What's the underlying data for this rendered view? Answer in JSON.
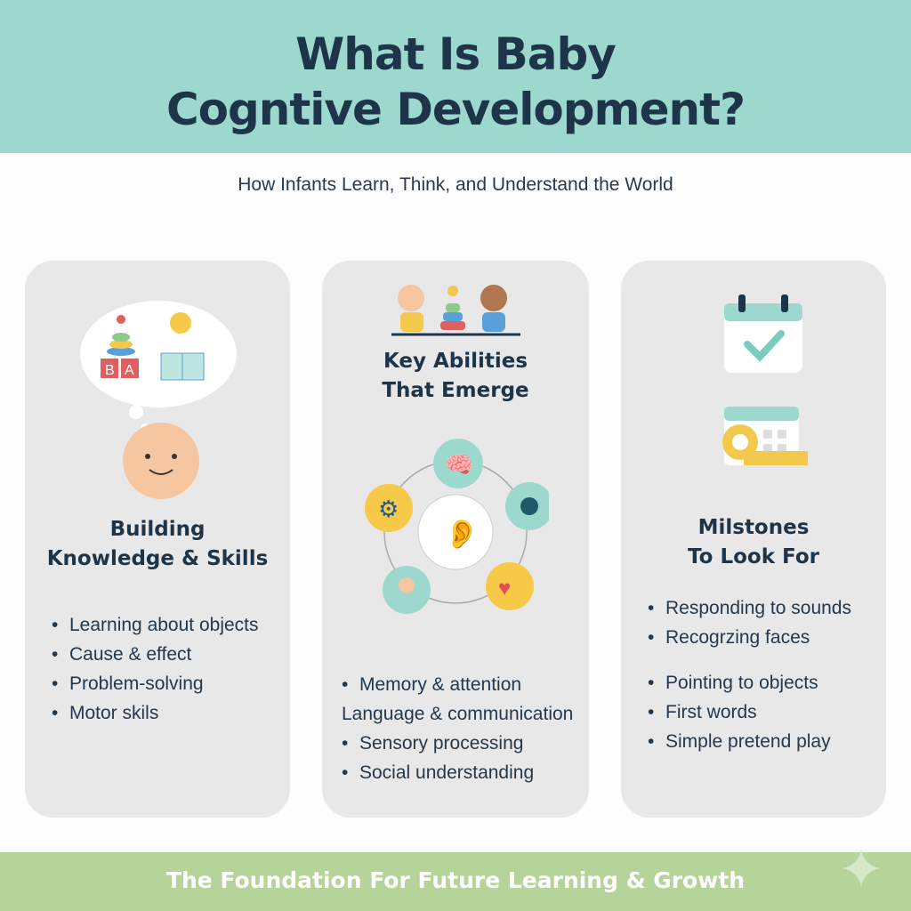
{
  "header": {
    "title_line1": "What Is Baby",
    "title_line2": "Cogntive Development?",
    "subtitle": "How Infants Learn, Think, and Understand the World"
  },
  "cards": [
    {
      "heading_line1": "Building",
      "heading_line2": "Knowledge & Skills",
      "items": [
        "Learning about objects",
        "Cause & effect",
        "Problem-solving",
        "Motor skils"
      ],
      "block_letters": [
        "B",
        "A"
      ]
    },
    {
      "heading_line1": "Key Abilities",
      "heading_line2": "That Emerge",
      "items": [
        "Memory & attention",
        "Language & communication",
        "Sensory processing",
        "Social understanding"
      ]
    },
    {
      "heading_line1": "Milstones",
      "heading_line2": "To Look For",
      "items": [
        "Responding to sounds",
        "Recogrzing faces",
        "Pointing to objects",
        "First words",
        "Simple pretend play"
      ]
    }
  ],
  "footer": {
    "text": "The Foundation For Future Learning & Growth"
  },
  "colors": {
    "header": "#9dd8cf",
    "footer": "#b5d49a",
    "text": "#1e3549",
    "card": "#e8e8e8"
  }
}
